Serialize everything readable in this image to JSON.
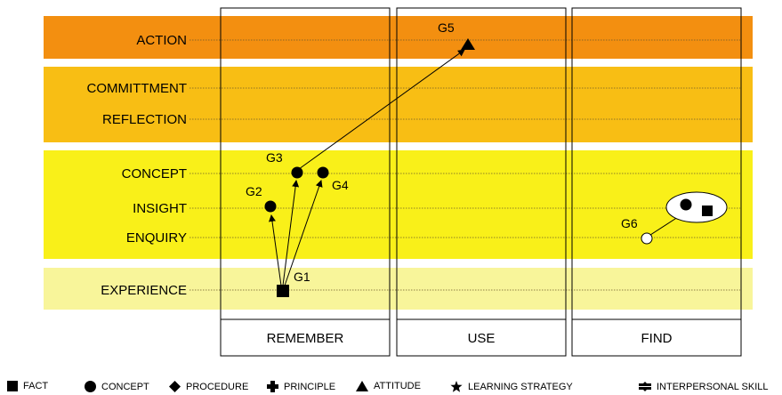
{
  "colors": {
    "action_band": "#f38f10",
    "mid_band": "#f8be14",
    "yellow_band": "#f9f019",
    "pale_band": "#f8f59a"
  },
  "levels": {
    "action": "ACTION",
    "commitment": "COMMITTMENT",
    "reflection": "REFLECTION",
    "concept": "CONCEPT",
    "insight": "INSIGHT",
    "enquiry": "ENQUIRY",
    "experience": "EXPERIENCE"
  },
  "columns": {
    "remember": "REMEMBER",
    "use": "USE",
    "find": "FIND"
  },
  "nodes": {
    "g1": "G1",
    "g2": "G2",
    "g3": "G3",
    "g4": "G4",
    "g5": "G5",
    "g6": "G6"
  },
  "legend": {
    "fact": "FACT",
    "concept": "CONCEPT",
    "procedure": "PROCEDURE",
    "principle": "PRINCIPLE",
    "attitude": "ATTITUDE",
    "learning_strategy": "LEARNING STRATEGY",
    "interpersonal_skill": "INTERPERSONAL SKILL"
  }
}
